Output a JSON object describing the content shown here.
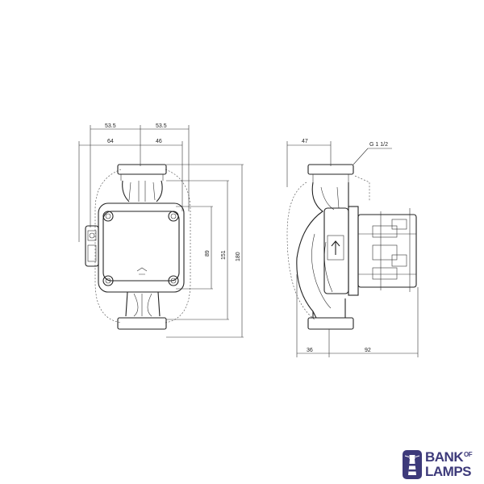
{
  "dimensions": {
    "front_top_left": "53.5",
    "front_top_right": "53.5",
    "front_second_left": "64",
    "front_second_right": "46",
    "front_vert_inner": "89",
    "front_vert_mid": "151",
    "front_vert_outer": "180",
    "side_top": "47",
    "side_thread": "G 1 1/2",
    "side_bottom_left": "36",
    "side_bottom_right": "92"
  },
  "logo": {
    "line1": "BANK",
    "line1_small": "OF",
    "line2": "LAMPS",
    "icon": "lighthouse-icon",
    "color": "#3d3a7a"
  }
}
